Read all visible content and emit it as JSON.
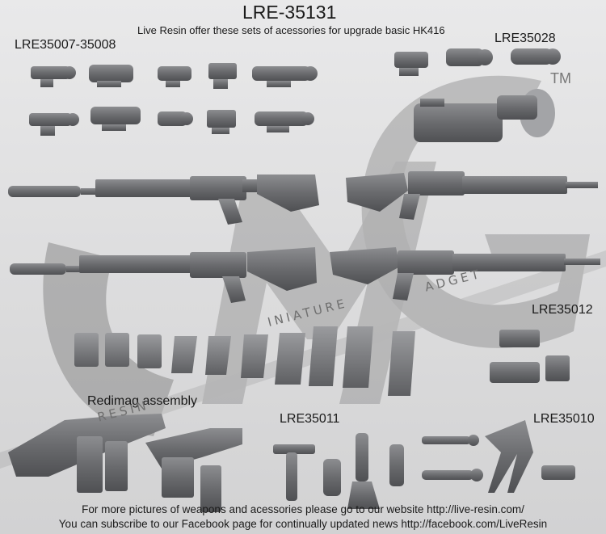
{
  "header": {
    "title": "LRE-35131",
    "subtitle": "Live Resin offer these sets of acessories for upgrade basic HK416"
  },
  "labels": {
    "set_a": "LRE35007-35008",
    "set_b": "LRE35028",
    "set_c": "LRE35012",
    "redimag": "Redimag assembly",
    "set_d": "LRE35011",
    "set_e": "LRE35010",
    "tm": "TM"
  },
  "watermark": {
    "miniature": "INIATURE",
    "gadget": "ADGET",
    "resin": "RESIN"
  },
  "footer": {
    "line1": "For more pictures of weapons and acessories please go to our website http://live-resin.com/",
    "line2": "You can subscribe to our Facebook page for continually updated news http://facebook.com/LiveResin"
  },
  "colors": {
    "background": "#dcdcdd",
    "model_gray": "#6b6c6e",
    "watermark": "#8a8a8a"
  }
}
